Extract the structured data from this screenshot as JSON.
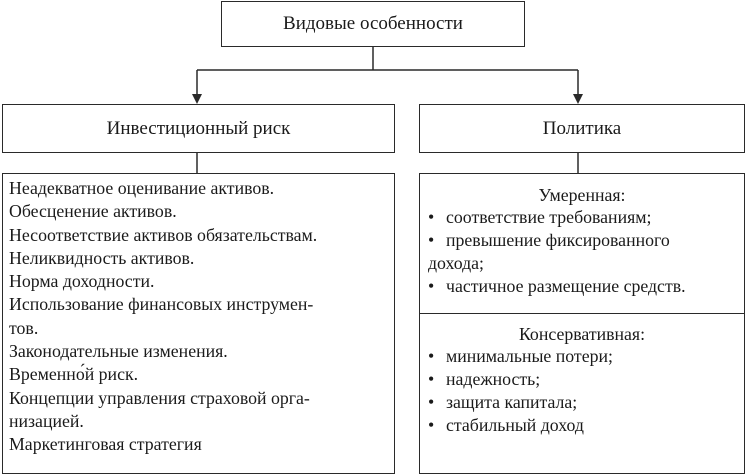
{
  "diagram": {
    "top": {
      "label": "Видовые особенности"
    },
    "risk": {
      "label": "Инвестиционный риск",
      "items": [
        "Неадекватное оценивание активов.",
        "Обесценение активов.",
        "Несоответствие активов обязательствам.",
        "Неликвидность активов.",
        "Норма доходности.",
        "Использование финансовых инструмен-",
        "тов.",
        "Законодательные изменения.",
        "Временно́й риск.",
        "Концепции управления страховой орга-",
        "низацией.",
        "Маркетинговая стратегия"
      ]
    },
    "policy": {
      "label": "Политика",
      "moderate": {
        "title": "Умеренная:",
        "bullet": "•",
        "items": [
          "соответствие требованиям;",
          "превышение фиксированного",
          "дохода;",
          "частичное размещение средств."
        ]
      },
      "conservative": {
        "title": "Консервативная:",
        "bullet": "•",
        "items": [
          "минимальные потери;",
          "надежность;",
          "защита капитала;",
          "стабильный доход"
        ]
      }
    }
  }
}
